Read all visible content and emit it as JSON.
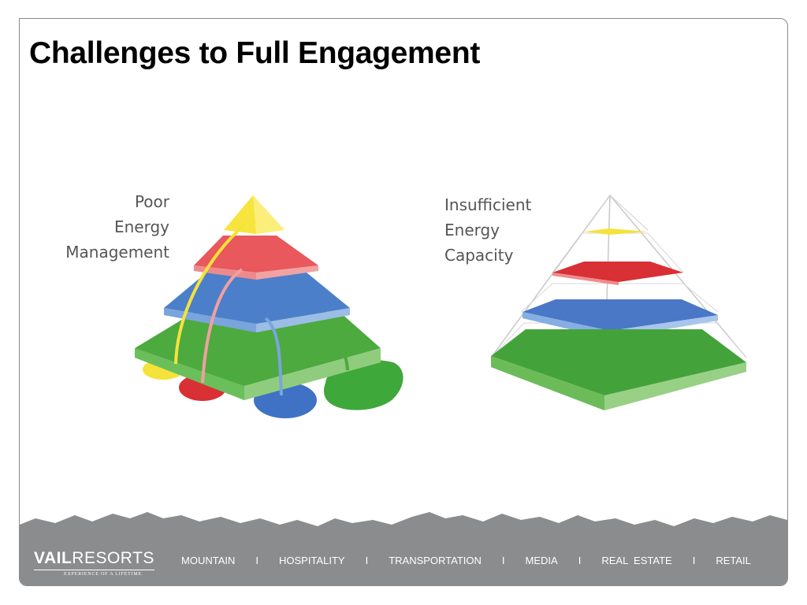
{
  "slide": {
    "title": "Challenges to Full Engagement"
  },
  "left_diagram": {
    "caption_lines": [
      "Poor",
      "Energy",
      "Management"
    ]
  },
  "right_diagram": {
    "caption_lines": [
      "Insufficient",
      "Energy",
      "Capacity"
    ]
  },
  "colors": {
    "yellow": "#f5e23a",
    "red": "#e3474b",
    "blue": "#5b8fd1",
    "green": "#5cb84a",
    "footer": "#8b8c8e"
  },
  "footer": {
    "logo_bold": "VAIL",
    "logo_rest": "RESORTS",
    "tagline": "EXPERIENCE OF A LIFETIME",
    "nav": [
      "MOUNTAIN",
      "HOSPITALITY",
      "TRANSPORTATION",
      "MEDIA",
      "REAL  ESTATE",
      "RETAIL"
    ],
    "separator": "I"
  }
}
